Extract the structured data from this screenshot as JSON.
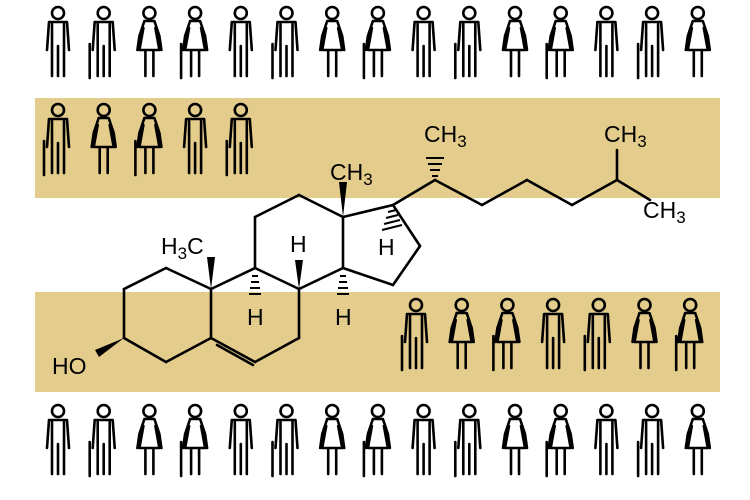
{
  "figure": {
    "background": "#ffffff",
    "band_color": "#e4cc8c",
    "icon": "person-icon",
    "bands": [
      "middle-upper",
      "middle-lower"
    ]
  },
  "people": {
    "icon_types": [
      "man",
      "elder-man",
      "woman",
      "elder-woman"
    ],
    "top_row": [
      "man",
      "elder-man",
      "woman",
      "elder-woman",
      "man",
      "elder-man",
      "woman",
      "elder-woman",
      "man",
      "elder-man",
      "woman",
      "elder-woman",
      "man",
      "elder-man",
      "woman"
    ],
    "band1_row": [
      "elder-man",
      "woman",
      "elder-woman",
      "man",
      "elder-man"
    ],
    "band2_row": [
      "elder-man",
      "woman",
      "elder-woman",
      "man",
      "elder-man",
      "woman",
      "elder-woman"
    ],
    "bottom_row": [
      "man",
      "elder-man",
      "woman",
      "elder-woman",
      "man",
      "elder-man",
      "woman",
      "elder-woman",
      "man",
      "elder-man",
      "woman",
      "elder-woman",
      "man",
      "elder-man",
      "woman"
    ]
  },
  "molecule": {
    "name": "cholesterol-structure",
    "labels": {
      "ch3_side": "CH3",
      "ch3_top_right": "CH3",
      "ch3_bottom_right": "CH3",
      "ch3_c13": "CH3",
      "h3c_c10": "H3C",
      "h_c8": "H",
      "h_c14": "H",
      "h_c9": "H",
      "h_c17": "H",
      "ho": "HO"
    }
  }
}
